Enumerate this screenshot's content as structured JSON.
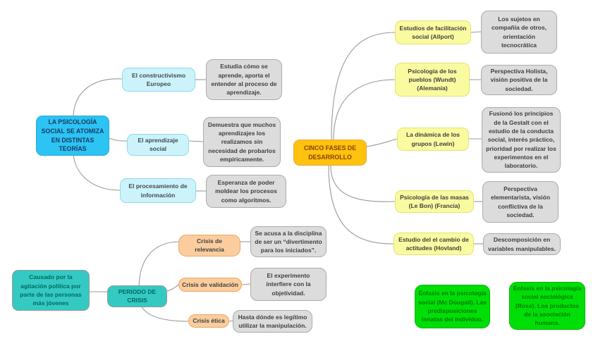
{
  "palette": {
    "root_cyan_bg": "#2BC4F3",
    "root_cyan_text": "#1F3864",
    "branch_cyan_bg": "#CDF3FA",
    "branch_cyan_border": "#8ADAEC",
    "note_gray_bg": "#DCDCDC",
    "note_gray_border": "#ABABAB",
    "note_text": "#3F3F3F",
    "gold_bg": "#FFC20E",
    "gold_text": "#8B4000",
    "yellow_bg": "#FAFAA0",
    "yellow_border": "#E3E374",
    "teal_bg": "#35C9C4",
    "teal_text": "#00695F",
    "peach_bg": "#FBCD9E",
    "peach_border": "#E9A763",
    "green_bg": "#00DE07",
    "green_text": "#007C00",
    "connector": "#999999"
  },
  "mindmap": {
    "theories": {
      "root": {
        "label": "LA PSICOLOGÍA SOCIAL SE ATOMIZA EN DISTINTAS TEORÍAS"
      },
      "branches": [
        {
          "label": "El constructivismo Europeo",
          "note": "Estudia cómo se aprende, aporta el entender al proceso de aprendizaje."
        },
        {
          "label": "El aprendizaje social",
          "note": "Demuestra que muchos aprendizajes los realizamos sin necesidad de probarlos empíricamente."
        },
        {
          "label": "El procesamiento de información",
          "note": "Esperanza de poder moldear los procesos como algoritmos."
        }
      ]
    },
    "phases": {
      "root": {
        "label": "CINCO FASES DE DESARROLLO"
      },
      "branches": [
        {
          "label": "Estudios de facilitación social (Allport)",
          "note": "Los sujetos en compañía de otros, orientación tecnocrática"
        },
        {
          "label": "Psicología de los pueblos (Wundt) (Alemania)",
          "note": "Perspectiva Holista, visión positiva de la sociedad."
        },
        {
          "label": "La dinámica de los grupos (Lewin)",
          "note": "Fusionó los principios de la Gestalt con el estudio de la conducta social, interés práctico, prioridad por realizar los experimentos en el laboratorio."
        },
        {
          "label": "Psicología de las masas (Le Bon) (Francia)",
          "note": "Perspectiva elementarista, visión conflictiva de la sociedad."
        },
        {
          "label": "Estudio del el cambio de actitudes (Hovland)",
          "note": "Descomposición en variables manipulables."
        }
      ]
    },
    "crisis": {
      "cause": {
        "label": "Causado por la agitación política por parte de las personas más jóvenes"
      },
      "root": {
        "label": "PERIODO DE CRISIS"
      },
      "branches": [
        {
          "label": "Crisis de relevancia",
          "note": "Se acusa a la disciplina de ser un “divertimento para los iniciados”."
        },
        {
          "label": "Crisis de validación",
          "note": "El experimento interfiere con la objetividad."
        },
        {
          "label": "Crisis ética",
          "note": "Hasta dónde es legítimo utilizar la manipulación."
        }
      ]
    },
    "emphasis": [
      {
        "label": "Énfasis en la psicología social (Mc Dougall). Las predisposiciones innatas del individuo."
      },
      {
        "label": "Énfasis en la psicología social sociológica (Ross). Los productos de la asociación humana."
      }
    ]
  }
}
